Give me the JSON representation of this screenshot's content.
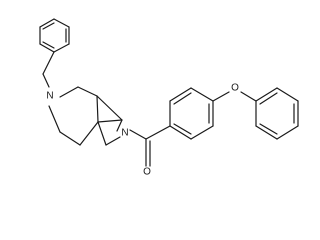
{
  "molecule": {
    "atom_labels": {
      "amine_nitrogen": "N",
      "amide_nitrogen": "N",
      "carbonyl_oxygen": "O",
      "ether_oxygen": "O"
    }
  }
}
